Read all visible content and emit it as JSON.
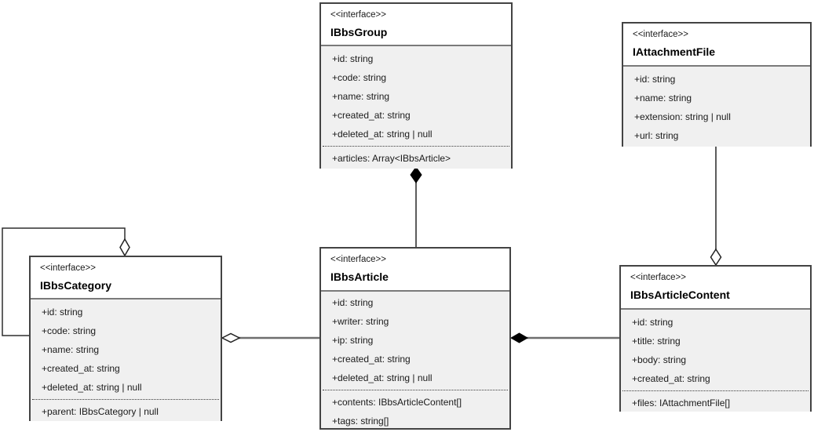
{
  "diagram": {
    "kind": "uml-class-diagram",
    "classes": {
      "group": {
        "stereotype": "<<interface>>",
        "name": "IBbsGroup",
        "attributes": [
          "+id: string",
          "+code: string",
          "+name: string",
          "+created_at: string",
          "+deleted_at: string | null"
        ],
        "extras": [
          "+articles: Array<IBbsArticle>"
        ]
      },
      "attachment": {
        "stereotype": "<<interface>>",
        "name": "IAttachmentFile",
        "attributes": [
          "+id: string",
          "+name: string",
          "+extension: string | null",
          "+url: string"
        ],
        "extras": []
      },
      "category": {
        "stereotype": "<<interface>>",
        "name": "IBbsCategory",
        "attributes": [
          "+id: string",
          "+code: string",
          "+name: string",
          "+created_at: string",
          "+deleted_at: string | null"
        ],
        "extras": [
          "+parent: IBbsCategory | null"
        ]
      },
      "article": {
        "stereotype": "<<interface>>",
        "name": "IBbsArticle",
        "attributes": [
          "+id: string",
          "+writer: string",
          "+ip: string",
          "+created_at: string",
          "+deleted_at: string | null"
        ],
        "extras": [
          "+contents: IBbsArticleContent[]",
          "+tags: string[]"
        ]
      },
      "content": {
        "stereotype": "<<interface>>",
        "name": "IBbsArticleContent",
        "attributes": [
          "+id: string",
          "+title: string",
          "+body: string",
          "+created_at: string"
        ],
        "extras": [
          "+files: IAttachmentFile[]"
        ]
      }
    },
    "relations": [
      {
        "from": "IBbsGroup",
        "to": "IBbsArticle",
        "type": "composition",
        "diamond_at": "IBbsGroup"
      },
      {
        "from": "IBbsArticleContent",
        "to": "IAttachmentFile",
        "type": "aggregation",
        "diamond_at": "IBbsArticleContent"
      },
      {
        "from": "IBbsCategory",
        "to": "IBbsCategory",
        "type": "aggregation",
        "diamond_at": "IBbsCategory"
      },
      {
        "from": "IBbsCategory",
        "to": "IBbsArticle",
        "type": "aggregation",
        "diamond_at": "IBbsCategory"
      },
      {
        "from": "IBbsArticle",
        "to": "IBbsArticleContent",
        "type": "composition",
        "diamond_at": "IBbsArticle"
      }
    ],
    "colors": {
      "box_border": "#434343",
      "header_background": "#ffffff",
      "attributes_background": "#f0f0f0",
      "relation_line": "#6e6e6e",
      "composition_diamond_fill": "#000000",
      "aggregation_diamond_fill": "#ffffff",
      "text": "#1a1a1a"
    }
  }
}
